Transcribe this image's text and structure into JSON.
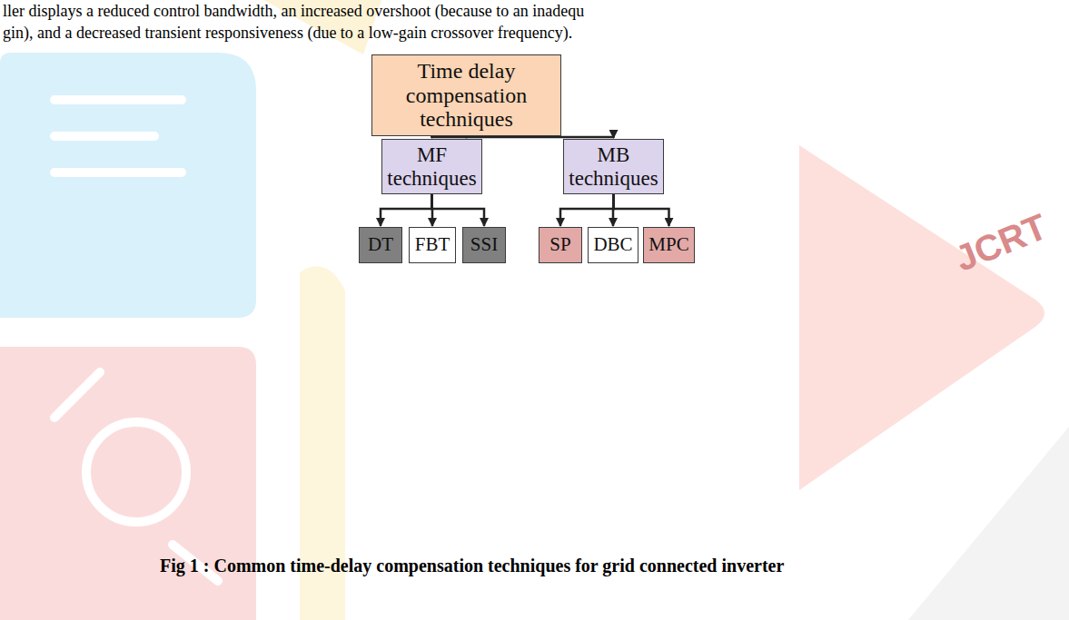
{
  "diagram": {
    "caption": "Fig 1 : Common time-delay compensation techniques for grid connected inverter",
    "nodes": [
      {
        "text": [
          "Time delay compensation techniques"
        ]
      },
      {
        "text": [
          "MF techniques"
        ]
      },
      {
        "text": [
          "MB techniques"
        ]
      },
      {
        "text": [
          "DT"
        ]
      },
      {
        "text": [
          "FBT"
        ]
      },
      {
        "text": [
          "SSI"
        ]
      },
      {
        "text": [
          "SP"
        ]
      },
      {
        "text": [
          "DBC"
        ]
      },
      {
        "text": [
          "MPC"
        ]
      }
    ],
    "edges": [
      {
        "from": 0,
        "to": 1,
        "arrow": "to"
      },
      {
        "from": 0,
        "to": 2,
        "arrow": "to"
      },
      {
        "from": 1,
        "to": 3,
        "arrow": "to"
      },
      {
        "from": 1,
        "to": 4,
        "arrow": "to"
      },
      {
        "from": 1,
        "to": 5,
        "arrow": "to"
      },
      {
        "from": 2,
        "to": 6,
        "arrow": "to"
      },
      {
        "from": 2,
        "to": 7,
        "arrow": "to"
      },
      {
        "from": 2,
        "to": 8,
        "arrow": "to"
      }
    ],
    "labels": [
      "ller displays a reduced control bandwidth, an increased overshoot (because to an inadequ",
      "gin), and a decreased transient responsiveness (due to a low-gain crossover frequency).",
      "JCRT"
    ]
  }
}
